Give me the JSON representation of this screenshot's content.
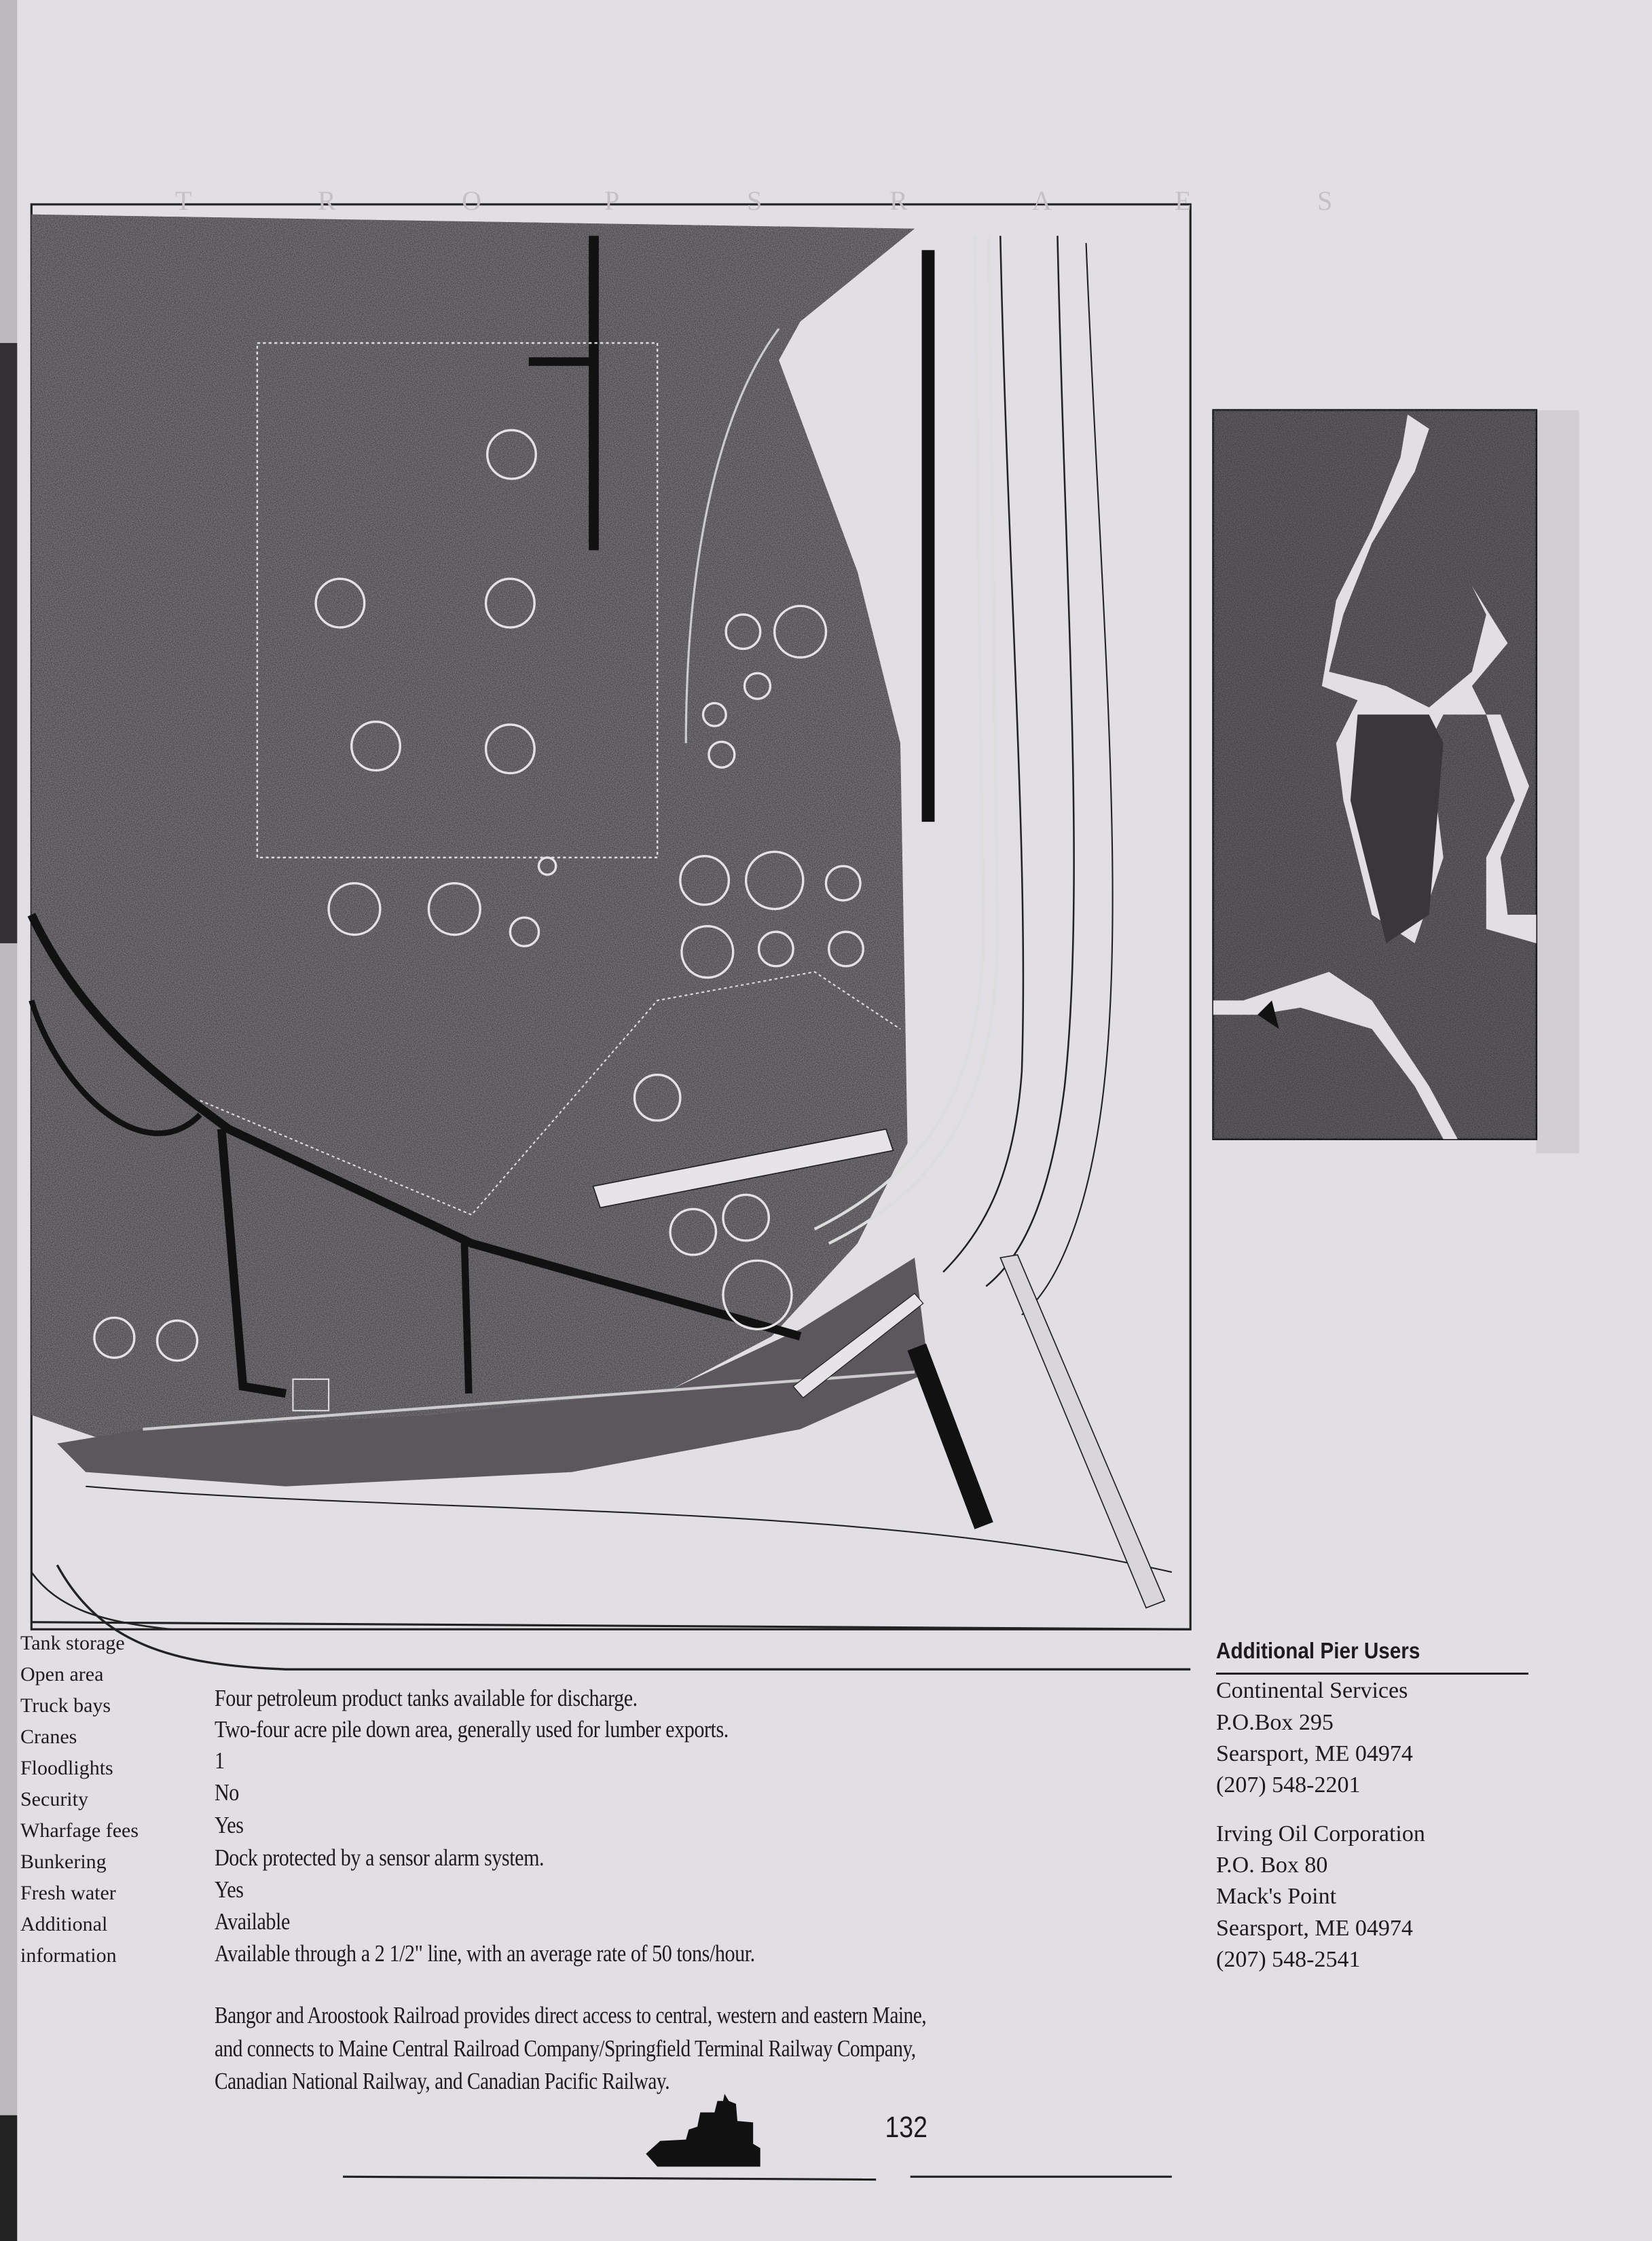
{
  "header": {
    "running_title_letters": [
      "T",
      "R",
      "O",
      "P",
      "S",
      "R",
      "A",
      "E",
      "S"
    ]
  },
  "left_margin_labels": [
    "Tank storage",
    "Open area",
    "Truck bays",
    "Cranes",
    "Floodlights",
    "Security",
    "Wharfage fees",
    "Bunkering",
    "Fresh water",
    "Additional",
    "information"
  ],
  "facility_values": [
    "Four petroleum product tanks available for discharge.",
    "Two-four acre pile down area, generally used for lumber exports.",
    "1",
    "No",
    "Yes",
    "Dock protected by a sensor alarm system.",
    "Yes",
    "Available",
    "Available through a 2 1/2\" line, with an average rate of 50 tons/hour."
  ],
  "railroad_paragraph": [
    "Bangor and Aroostook Railroad provides direct access to central, western and eastern Maine,",
    "and connects to Maine Central Railroad Company/Springfield Terminal Railway Company,",
    "Canadian National Railway, and Canadian Pacific Railway."
  ],
  "additional_pier_users": {
    "heading": "Additional Pier Users",
    "users": [
      {
        "lines": [
          "Continental Services",
          "P.O.Box 295",
          "Searsport, ME 04974",
          "(207) 548-2201"
        ]
      },
      {
        "lines": [
          "Irving Oil Corporation",
          "P.O. Box 80",
          "Mack's Point",
          "Searsport, ME 04974",
          "(207) 548-2541"
        ]
      }
    ]
  },
  "footer": {
    "page_number": "132"
  },
  "colors": {
    "paper": "#e2dfe4",
    "ink": "#1e1b1f",
    "map_land": "#3a373b"
  }
}
